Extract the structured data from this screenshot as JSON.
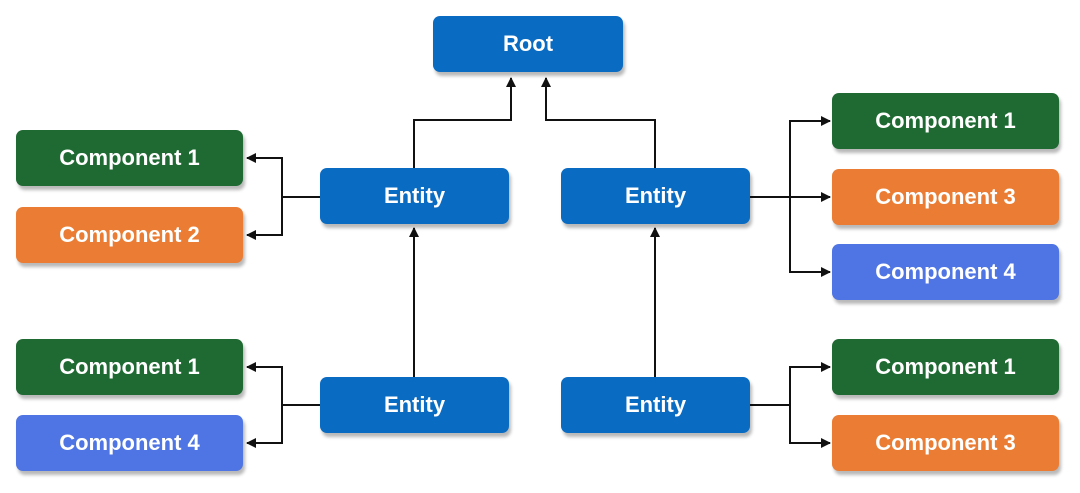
{
  "colors": {
    "entity": "#0a6bc2",
    "component_1": "#1e6a32",
    "component_2": "#ea7d33",
    "component_3": "#ea7d33",
    "component_4": "#4e75e3",
    "edge": "#111111"
  },
  "root": {
    "label": "Root"
  },
  "entities": [
    {
      "label": "Entity"
    },
    {
      "label": "Entity"
    },
    {
      "label": "Entity"
    },
    {
      "label": "Entity"
    }
  ],
  "components": {
    "upper_left": [
      "Component 1",
      "Component 2"
    ],
    "upper_right": [
      "Component 1",
      "Component 3",
      "Component 4"
    ],
    "lower_left": [
      "Component 1",
      "Component 4"
    ],
    "lower_right": [
      "Component 1",
      "Component 3"
    ]
  }
}
